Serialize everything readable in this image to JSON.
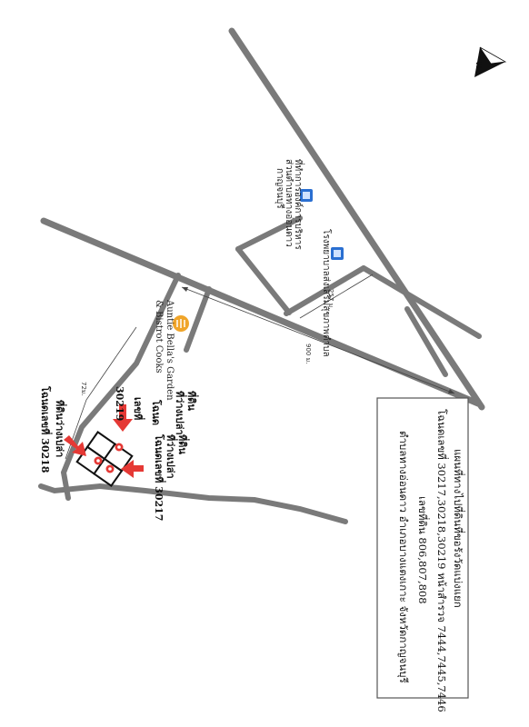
{
  "title_box": {
    "line1": "แผนที่ทางไปที่ดินที่ขอรังวัดแบ่งแยก",
    "line2": "โฉนดเลขที่ 30217,30218,30219 หน้าสำรวจ 7444,7445,7446",
    "line3": "เลขที่ดิน 806,807,808",
    "line4": "ตำบลทางอ่อนดาว อำเภอบางแตงเกาะ จังหวัดกาญจนบุรี"
  },
  "north_label": "N",
  "landmarks": {
    "school": "โรงพยาบาลส่งเสริมสุขภาพตำบล",
    "cafe_line1": "Auntie Bella's Garden",
    "cafe_line2": "& Bistrot Cooks",
    "office_line1": "ที่ทำการองค์การบริหาร",
    "office_line2": "ส่วนตำบลทางอ่อนดาว",
    "office_line3": "กาญจนบุรี"
  },
  "distances": {
    "d1": "257 ม.",
    "d2": "900 ม.",
    "d3": "72ม."
  },
  "plots": {
    "p1_l1": "ที่ดิน",
    "p1_l2": "ที่ว่างเปล่า",
    "p1_l3": "โฉนดเลขที่ 30217",
    "p2_l1": "ที่ดิน",
    "p2_l2": "ที่ว่างเปล่า",
    "p2_l3": "โฉนด",
    "p2_l4": "เลขที่",
    "p2_l5": "30219",
    "p3_l1": "ที่ดินว่างเปล่า",
    "p3_l2": "โฉนดเลขที่ 30218"
  },
  "colors": {
    "road": "#7a7a7a",
    "arrow": "#e53935",
    "pin": "#e53935",
    "cafe": "#f0a52a",
    "box_border": "#555555"
  }
}
